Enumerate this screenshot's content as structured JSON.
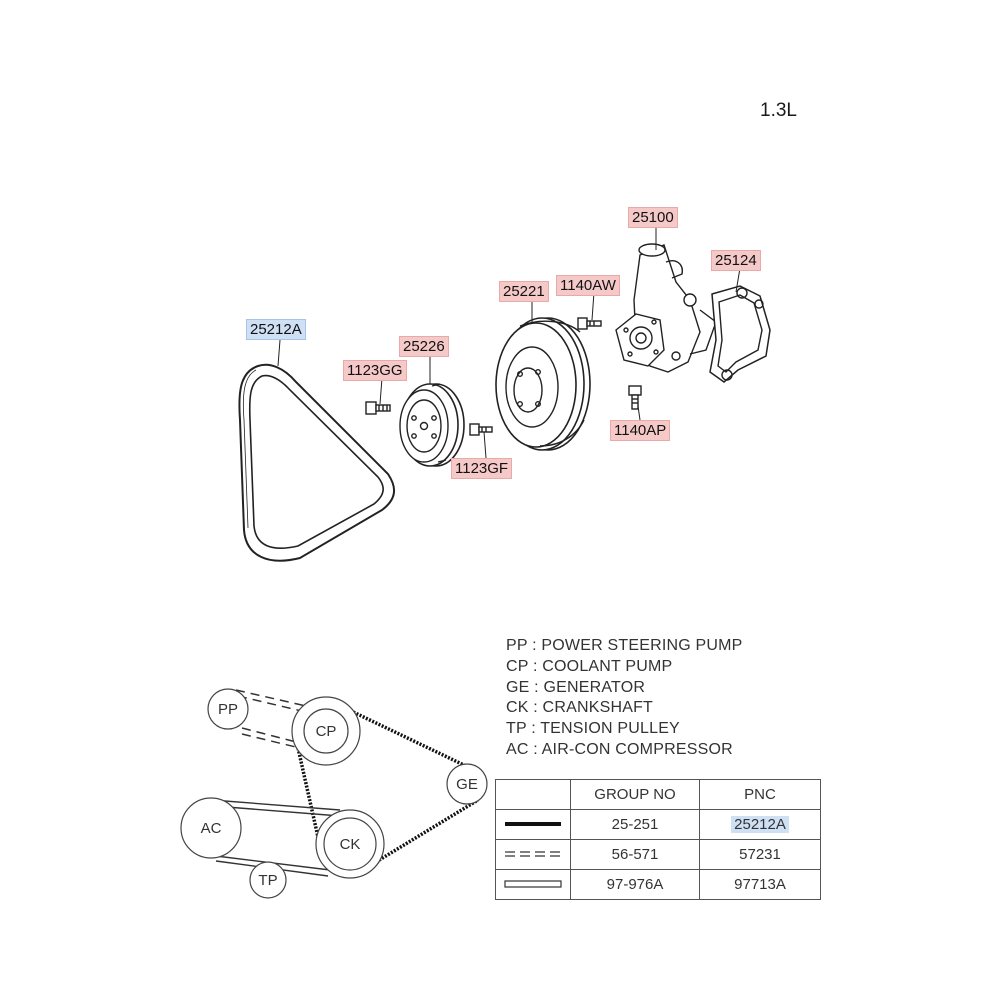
{
  "variant": "1.3L",
  "callouts": {
    "c25100": "25100",
    "c25124": "25124",
    "c25221": "25221",
    "c1140AW": "1140AW",
    "c25226": "25226",
    "c1123GG": "1123GG",
    "c25212A": "25212A",
    "c1123GF": "1123GF",
    "c1140AP": "1140AP"
  },
  "pulleys": {
    "pp": "PP",
    "cp": "CP",
    "ge": "GE",
    "ac": "AC",
    "ck": "CK",
    "tp": "TP"
  },
  "legend": [
    "PP : POWER STEERING PUMP",
    "CP : COOLANT PUMP",
    "GE : GENERATOR",
    "CK : CRANKSHAFT",
    "TP : TENSION PULLEY",
    "AC : AIR-CON COMPRESSOR"
  ],
  "table": {
    "headers": [
      "GROUP NO",
      "PNC"
    ],
    "rows": [
      {
        "line_style": "solid-thick",
        "group": "25-251",
        "pnc": "25212A"
      },
      {
        "line_style": "dashed-double",
        "group": "56-571",
        "pnc": "57231"
      },
      {
        "line_style": "hollow-double",
        "group": "97-976A",
        "pnc": "97713A"
      }
    ]
  },
  "colors": {
    "callout_red": "#f6c9c9",
    "callout_blue": "#cfe0f5"
  }
}
